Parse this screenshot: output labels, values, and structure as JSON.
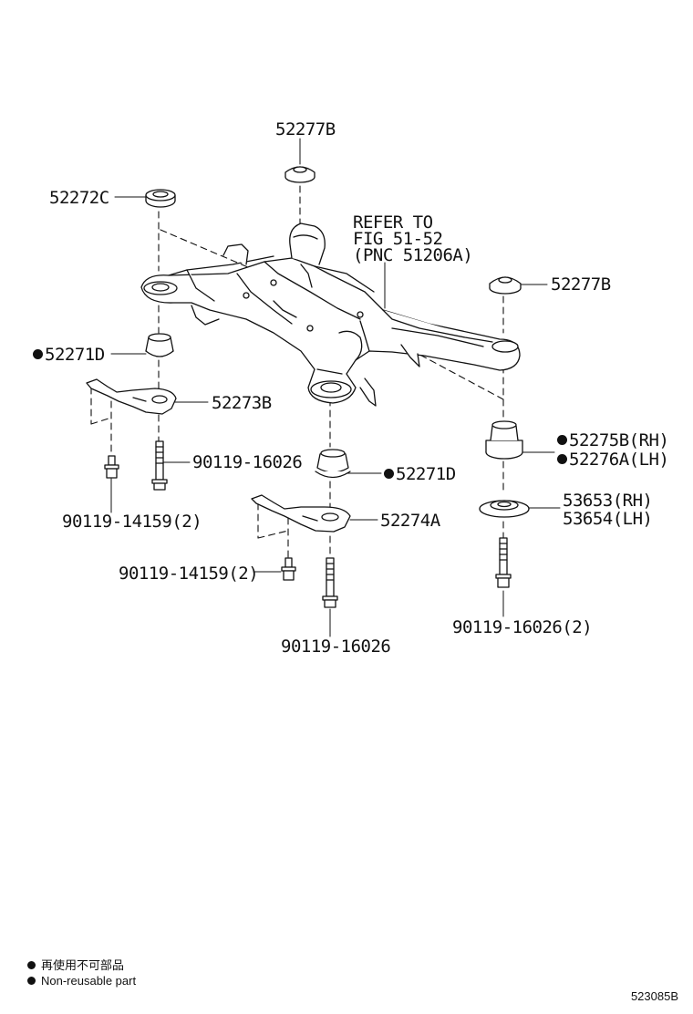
{
  "parts": {
    "p52277B_top": "52277B",
    "p52272C": "52272C",
    "refer_line1": "REFER TO",
    "refer_line2": "FIG 51-52",
    "refer_line3": "(PNC 51206A)",
    "p52277B_right": "52277B",
    "p52271D_left": "52271D",
    "p52273B": "52273B",
    "p90119_16026_left": "90119-16026",
    "p90119_14159_left": "90119-14159(2)",
    "p52271D_center": "52271D",
    "p52275B": "52275B(RH)",
    "p52276A": "52276A(LH)",
    "p52274A": "52274A",
    "p53653": "53653(RH)",
    "p53654": "53654(LH)",
    "p90119_14159_center": "90119-14159(2)",
    "p90119_16026_right": "90119-16026(2)",
    "p90119_16026_center": "90119-16026"
  },
  "legend": {
    "japanese": "再使用不可部品",
    "english": "Non-reusable part"
  },
  "diagram_code": "523085B"
}
